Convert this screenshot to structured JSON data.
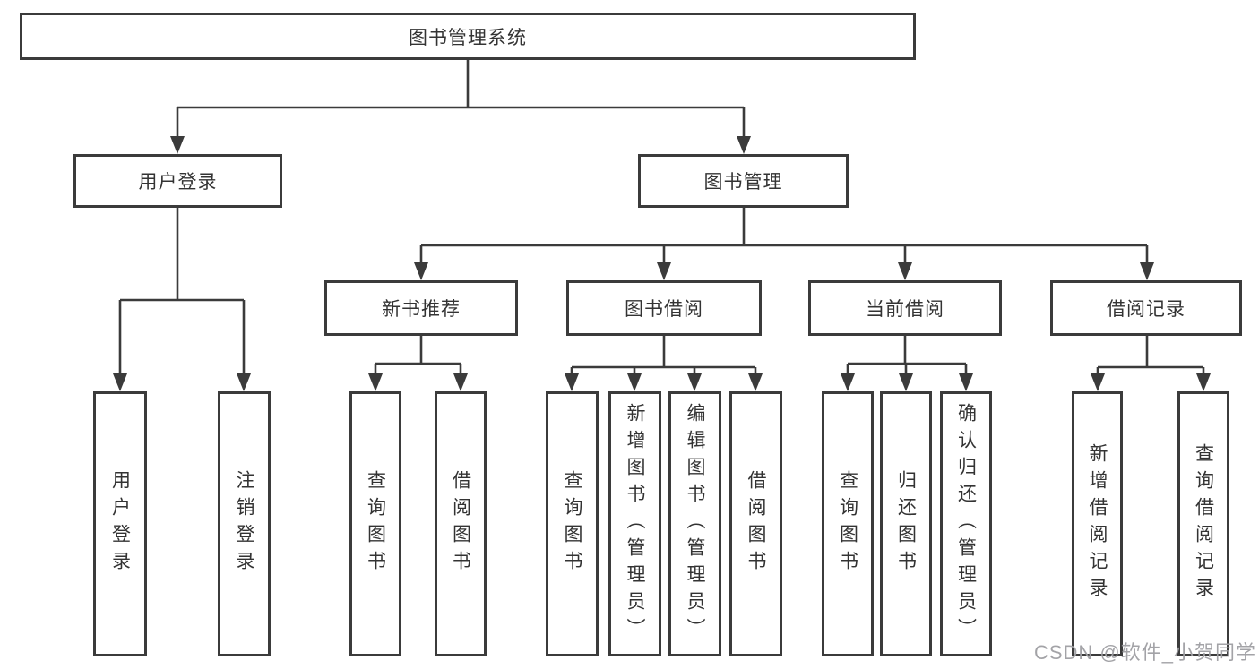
{
  "tree": {
    "label": "图书管理系统",
    "children": [
      {
        "label": "用户登录",
        "children": [
          {
            "label": "用户登录"
          },
          {
            "label": "注销登录"
          }
        ]
      },
      {
        "label": "图书管理",
        "children": [
          {
            "label": "新书推荐",
            "children": [
              {
                "label": "查询图书"
              },
              {
                "label": "借阅图书"
              }
            ]
          },
          {
            "label": "图书借阅",
            "children": [
              {
                "label": "查询图书"
              },
              {
                "label": "新增图书（管理员）"
              },
              {
                "label": "编辑图书（管理员）"
              },
              {
                "label": "借阅图书"
              }
            ]
          },
          {
            "label": "当前借阅",
            "children": [
              {
                "label": "查询图书"
              },
              {
                "label": "归还图书"
              },
              {
                "label": "确认归还（管理员）"
              }
            ]
          },
          {
            "label": "借阅记录",
            "children": [
              {
                "label": "新增借阅记录"
              },
              {
                "label": "查询借阅记录"
              }
            ]
          }
        ]
      }
    ]
  },
  "watermark": {
    "text": "CSDN @软件_小贺同学"
  },
  "colors": {
    "line": "#3b3b3b",
    "text": "#333333",
    "watermark": "#9e9ea2",
    "background": "#ffffff"
  }
}
